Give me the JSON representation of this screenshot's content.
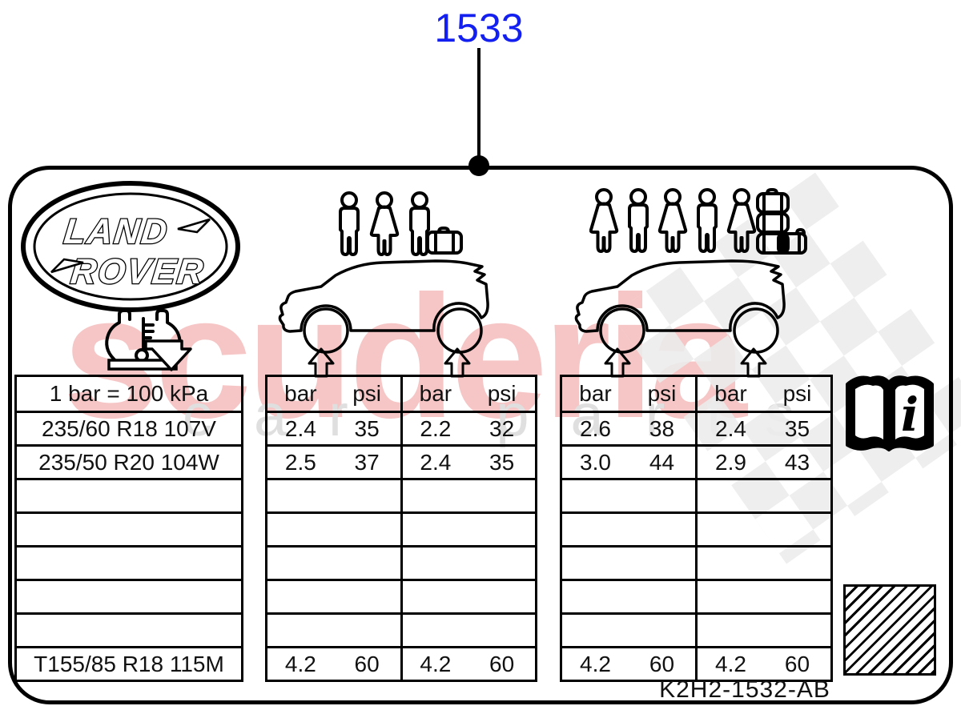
{
  "callout": {
    "part_number": "1533"
  },
  "logo": {
    "line1": "LAND",
    "line2": "ROVER"
  },
  "plate": {
    "code": "K2H2-1532-AB"
  },
  "watermark": {
    "title": "scuderia",
    "subtitle": "car parts"
  },
  "icons": {
    "logo": "land-rover-oval-logo",
    "pressure": "tire-pressure-gauge-icon",
    "partial_load": "three-passengers-plus-luggage-icons",
    "full_load": "five-passengers-plus-luggage-icons",
    "vehicle": "suv-side-silhouette",
    "wheel_arrow": "up-arrow-icon",
    "manual": "owners-manual-book-icon",
    "info_symbol": "i",
    "hatch": "hatched-placeholder-square"
  },
  "colors": {
    "callout_blue": "#1420f0",
    "line_black": "#000000",
    "watermark_pink": "#f6c6c6",
    "watermark_gray": "#dfdfdf",
    "checker_gray": "#ececec"
  },
  "table": {
    "note": "1 bar = 100 kPa",
    "rows": [
      {
        "tire": "1 bar = 100 kPa",
        "values": [
          "bar",
          "psi",
          "bar",
          "psi",
          "bar",
          "psi",
          "bar",
          "psi"
        ]
      },
      {
        "tire": "235/60 R18 107V",
        "values": [
          "2.4",
          "35",
          "2.2",
          "32",
          "2.6",
          "38",
          "2.4",
          "35"
        ]
      },
      {
        "tire": "235/50 R20 104W",
        "values": [
          "2.5",
          "37",
          "2.4",
          "35",
          "3.0",
          "44",
          "2.9",
          "43"
        ]
      },
      {
        "tire": "",
        "values": [
          "",
          "",
          "",
          "",
          "",
          "",
          "",
          ""
        ]
      },
      {
        "tire": "",
        "values": [
          "",
          "",
          "",
          "",
          "",
          "",
          "",
          ""
        ]
      },
      {
        "tire": "",
        "values": [
          "",
          "",
          "",
          "",
          "",
          "",
          "",
          ""
        ]
      },
      {
        "tire": "",
        "values": [
          "",
          "",
          "",
          "",
          "",
          "",
          "",
          ""
        ]
      },
      {
        "tire": "",
        "values": [
          "",
          "",
          "",
          "",
          "",
          "",
          "",
          ""
        ]
      },
      {
        "tire": "T155/85 R18 115M",
        "values": [
          "4.2",
          "60",
          "4.2",
          "60",
          "4.2",
          "60",
          "4.2",
          "60"
        ]
      }
    ]
  }
}
